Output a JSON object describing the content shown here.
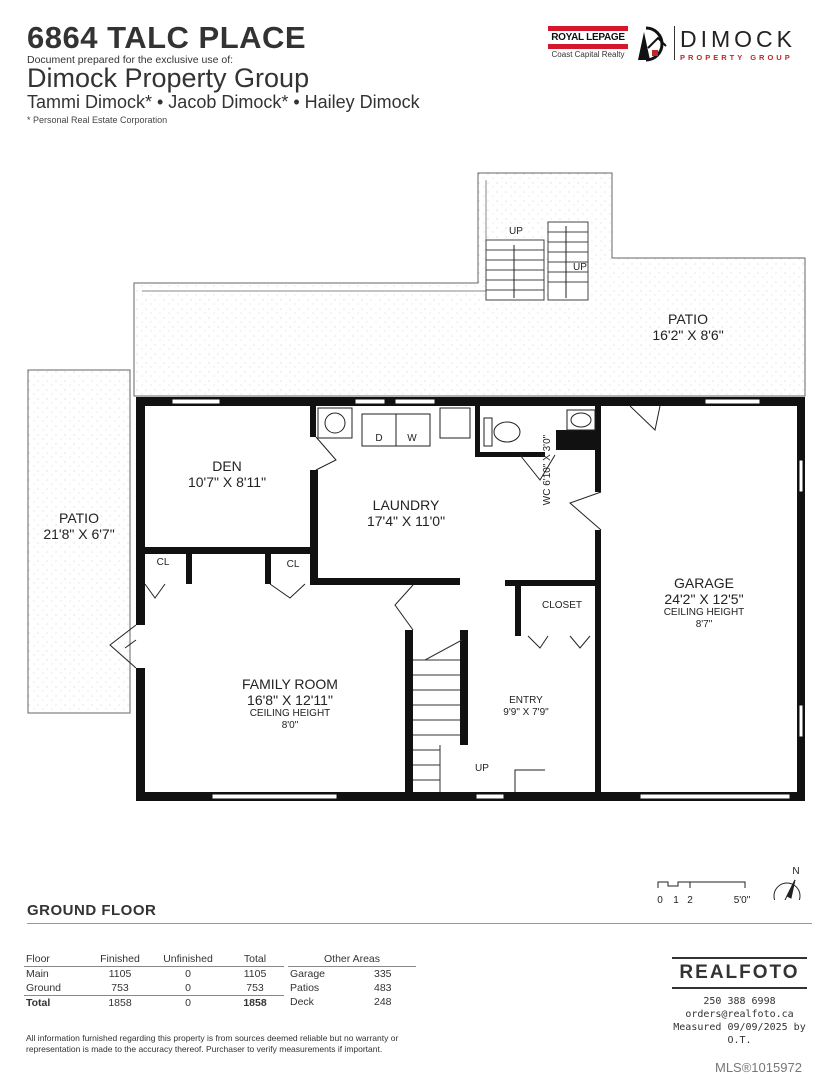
{
  "header": {
    "address": "6864 TALC PLACE",
    "prepared_for": "Document prepared for the exclusive use of:",
    "group": "Dimock Property Group",
    "agents": "Tammi Dimock* • Jacob Dimock* • Hailey Dimock",
    "footnote": "* Personal Real Estate Corporation"
  },
  "logos": {
    "royal_lepage": "ROYAL LEPAGE",
    "royal_lepage_sub": "Coast Capital Realty",
    "dimock": "DIMOCK",
    "dimock_sub": "PROPERTY GROUP",
    "brand_red": "#d5172e"
  },
  "plan": {
    "rooms": [
      {
        "name": "PATIO",
        "dims": "16'2\" X 8'6\""
      },
      {
        "name": "PATIO",
        "dims": "21'8\" X 6'7\""
      },
      {
        "name": "DEN",
        "dims": "10'7\" X 8'11\""
      },
      {
        "name": "LAUNDRY",
        "dims": "17'4\" X 11'0\""
      },
      {
        "name": "GARAGE",
        "dims": "24'2\" X 12'5\"",
        "ceiling": "CEILING HEIGHT",
        "ceiling_value": "8'7\""
      },
      {
        "name": "FAMILY ROOM",
        "dims": "16'8\" X 12'11\"",
        "ceiling": "CEILING HEIGHT",
        "ceiling_value": "8'0\""
      },
      {
        "name": "ENTRY",
        "dims": "9'9\" X 7'9\""
      },
      {
        "name": "CLOSET"
      },
      {
        "name": "WC",
        "dims": "6'10\" X 3'0\""
      },
      {
        "name": "CL"
      },
      {
        "name": "CL"
      }
    ],
    "stair_labels": [
      "UP",
      "UP",
      "UP"
    ],
    "appliances": [
      "D",
      "W"
    ],
    "scale": {
      "ticks": [
        "0",
        "1",
        "2",
        "5'0\""
      ]
    },
    "north": "N"
  },
  "floor_label": "GROUND FLOOR",
  "areas": {
    "headers": [
      "Floor",
      "Finished",
      "Unfinished",
      "Total"
    ],
    "rows": [
      [
        "Main",
        "1105",
        "0",
        "1105"
      ],
      [
        "Ground",
        "753",
        "0",
        "753"
      ],
      [
        "Total",
        "1858",
        "0",
        "1858"
      ]
    ]
  },
  "other_areas": {
    "header": "Other Areas",
    "rows": [
      [
        "Garage",
        "335"
      ],
      [
        "Patios",
        "483"
      ],
      [
        "Deck",
        "248"
      ]
    ]
  },
  "disclaimer": "All information furnished regarding this property is from sources deemed reliable but no warranty or representation is made to the accuracy thereof. Purchaser to verify measurements if important.",
  "realfoto": {
    "logo": "REALFOTO",
    "phone": "250 388 6998",
    "email": "orders@realfoto.ca",
    "measured": "Measured 09/09/2025 by O.T."
  },
  "mls": "MLS®1015972"
}
